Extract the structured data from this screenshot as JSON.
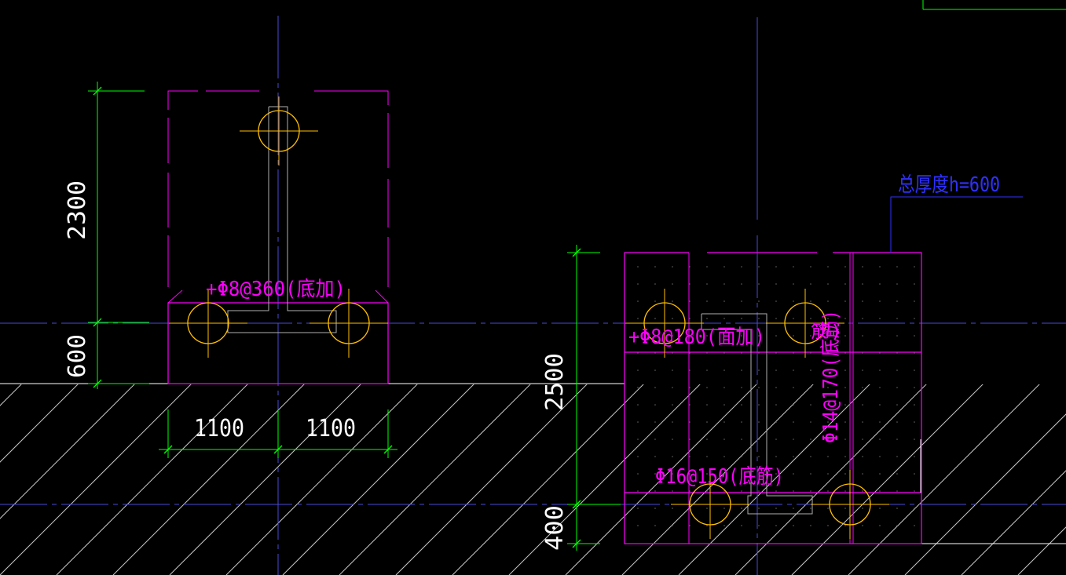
{
  "drawing": {
    "background": "#000000",
    "colors": {
      "dimension": "#00ff00",
      "outline": "#ff00ff",
      "axis": "#4a4ad8",
      "pile": "#ffbf00",
      "ground": "#ffffff",
      "hatch": "#c8c8c8",
      "rebar": "#b0b0b0",
      "leader": "#3030ff",
      "dot": "#666666"
    },
    "dimensions": {
      "left_upper": "2300",
      "left_lower": "600",
      "left_bottom_a": "1100",
      "left_bottom_b": "1100",
      "right_height": "2500",
      "right_lower": "400"
    },
    "labels": {
      "left_rebar": "+Φ8@360(底加)",
      "right_top_rebar": "+Φ8@180(面加)",
      "right_side_partial": "筋)",
      "right_vertical_rebar": "Φ14@170(底筋)",
      "right_bottom_rebar": "Φ16@150(底筋)",
      "thickness_note": "总厚度h=600"
    }
  }
}
